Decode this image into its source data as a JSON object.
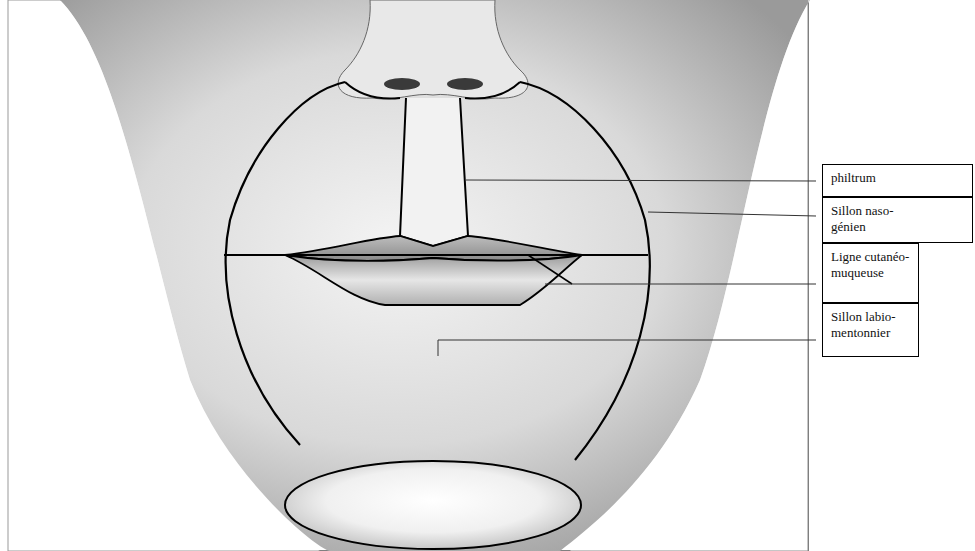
{
  "diagram": {
    "nodes": [
      {
        "text": [
          "philtrum"
        ]
      },
      {
        "text": [
          "Sillon naso-génien"
        ]
      },
      {
        "text": [
          "Ligne cutanéo-muqueuse"
        ]
      },
      {
        "text": [
          "Sillon labio-mentonnier"
        ]
      }
    ]
  }
}
